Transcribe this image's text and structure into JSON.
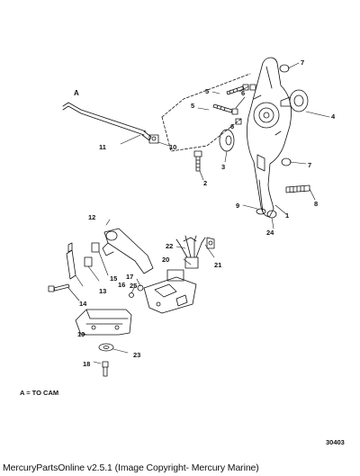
{
  "diagram": {
    "callouts": [
      "1",
      "2",
      "3",
      "4",
      "5",
      "5",
      "6",
      "6",
      "7",
      "7",
      "8",
      "9",
      "10",
      "11",
      "12",
      "13",
      "14",
      "15",
      "16",
      "17",
      "18",
      "19",
      "20",
      "21",
      "22",
      "23",
      "24",
      "25"
    ],
    "detail_letter": "A",
    "legend": "A = TO CAM",
    "drawing_number": "30403"
  },
  "footer": {
    "caption": "MercuryPartsOnline v2.5.1 (Image Copyright- Mercury Marine)"
  },
  "colors": {
    "line": "#111111",
    "background": "#ffffff"
  }
}
